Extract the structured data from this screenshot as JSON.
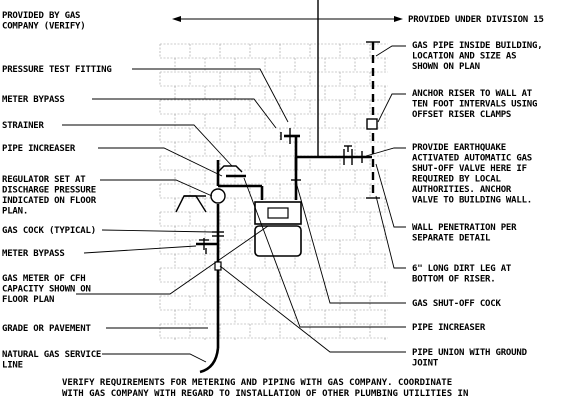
{
  "top_left": [
    "PROVIDED BY GAS",
    "COMPANY (VERIFY)"
  ],
  "top_right": "PROVIDED UNDER DIVISION 15",
  "left_labels": [
    [
      "PRESSURE TEST FITTING"
    ],
    [
      "METER BYPASS"
    ],
    [
      "STRAINER"
    ],
    [
      "PIPE INCREASER"
    ],
    [
      "REGULATOR SET AT",
      "DISCHARGE PRESSURE",
      "INDICATED ON FLOOR",
      "PLAN."
    ],
    [
      "GAS COCK (TYPICAL)"
    ],
    [
      "METER BYPASS"
    ],
    [
      "GAS METER OF CFH",
      "CAPACITY SHOWN ON",
      "FLOOR PLAN"
    ],
    [
      "GRADE OR PAVEMENT"
    ],
    [
      "NATURAL GAS SERVICE",
      "LINE"
    ]
  ],
  "right_labels": [
    [
      "GAS PIPE INSIDE BUILDING,",
      "LOCATION AND SIZE AS",
      "SHOWN ON PLAN"
    ],
    [
      "ANCHOR RISER TO WALL AT",
      "TEN FOOT INTERVALS USING",
      "OFFSET RISER CLAMPS"
    ],
    [
      "PROVIDE EARTHQUAKE",
      "ACTIVATED AUTOMATIC GAS",
      "SHUT-OFF VALVE HERE IF",
      "REQUIRED BY LOCAL",
      "AUTHORITIES.  ANCHOR",
      "VALVE TO BUILDING WALL."
    ],
    [
      "WALL PENETRATION PER",
      "SEPARATE DETAIL"
    ],
    [
      "6\" LONG DIRT LEG AT",
      "BOTTOM OF RISER."
    ],
    [
      "GAS SHUT-OFF COCK"
    ],
    [
      "PIPE INCREASER"
    ],
    [
      "PIPE UNION WITH GROUND",
      "JOINT"
    ]
  ],
  "bottom_note": [
    "VERIFY REQUIREMENTS FOR METERING AND PIPING WITH GAS COMPANY.  COORDINATE",
    "WITH GAS COMPANY WITH REGARD TO INSTALLATION OF OTHER PLUMBING UTILITIES IN"
  ]
}
